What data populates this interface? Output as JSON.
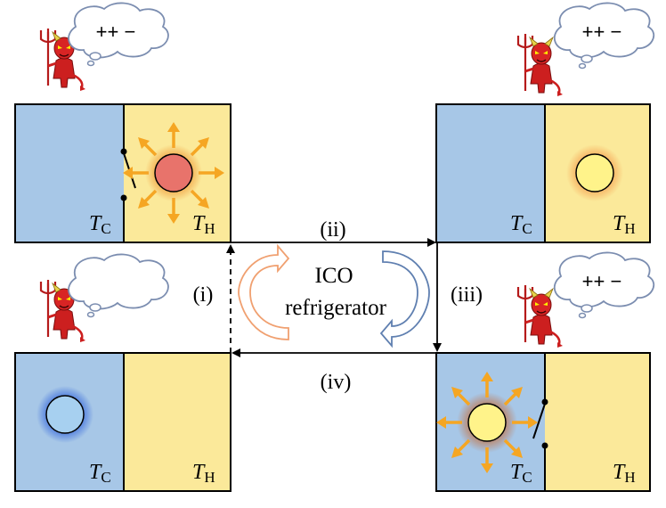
{
  "labels": {
    "step_i": "(i)",
    "step_ii": "(ii)",
    "step_iii": "(iii)",
    "step_iv": "(iv)",
    "center_line1": "ICO",
    "center_line2": "refrigerator"
  },
  "reservoirs": {
    "cold_symbol": "T",
    "cold_sub": "C",
    "hot_symbol": "T",
    "hot_sub": "H"
  },
  "thoughts": {
    "top_left": "++ −",
    "top_right": "++ −",
    "bottom_left": "",
    "bottom_right": "++ −"
  },
  "colors": {
    "cold": "#a7c7e7",
    "hot": "#fbe99a",
    "ball_hot": "#e8736b",
    "ball_neutral": "#fff38a",
    "ball_cold": "#a7d0f0",
    "arrow_orange": "#f5a623",
    "cycle_orange": "#f0a070",
    "cycle_blue": "#5f7fb0",
    "devil": "#cc1f1f"
  },
  "icons": [
    "devil-icon",
    "thought-bubble-icon",
    "particle-icon",
    "switch-icon"
  ]
}
